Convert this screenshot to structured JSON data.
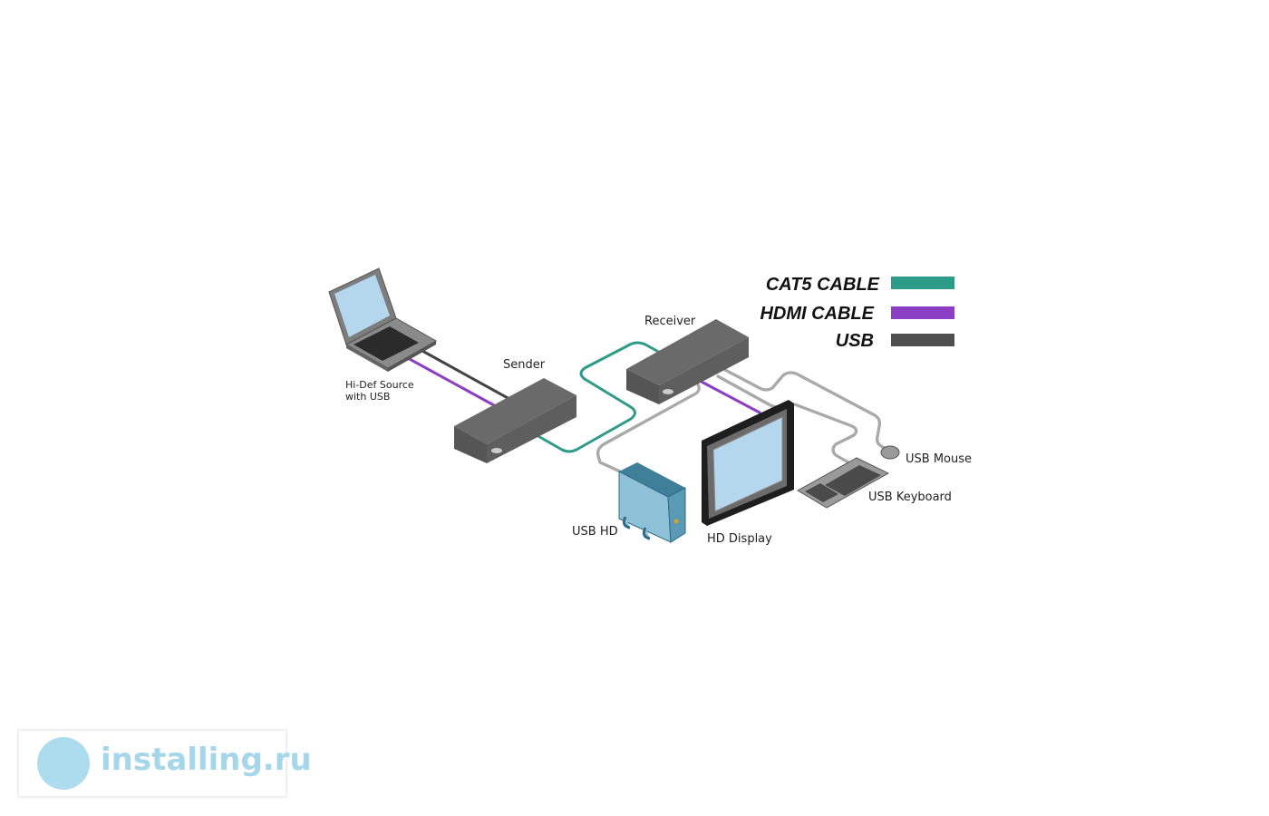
{
  "legend": {
    "items": [
      {
        "label": "CAT5 CABLE",
        "color": "#2e9a88"
      },
      {
        "label": "HDMI CABLE",
        "color": "#8a3fc4"
      },
      {
        "label": "USB",
        "color": "#4f4f4f"
      }
    ]
  },
  "devices": {
    "source_line1": "Hi-Def Source",
    "source_line2": "with USB",
    "sender": "Sender",
    "receiver": "Receiver",
    "usb_hd": "USB HD",
    "hd_display": "HD Display",
    "usb_mouse": "USB Mouse",
    "usb_keyboard": "USB Keyboard"
  },
  "watermark": {
    "text": "installing.ru"
  }
}
